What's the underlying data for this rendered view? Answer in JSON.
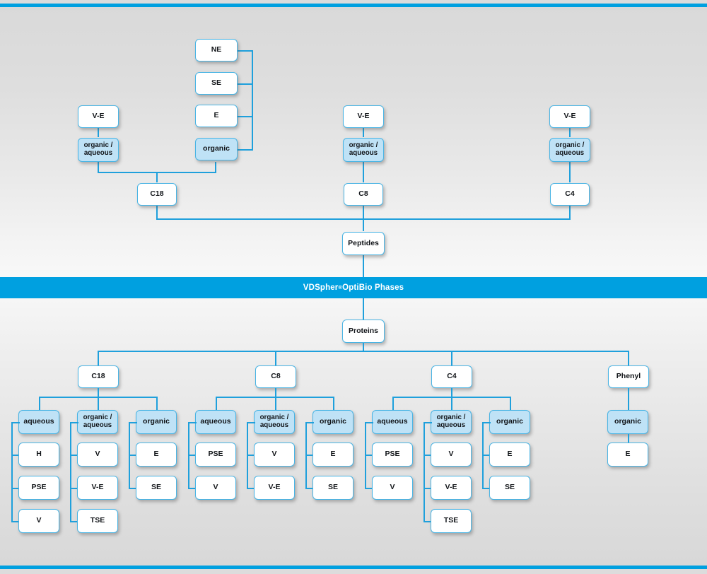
{
  "banner": {
    "text_before": "VDSpher",
    "sup": "®",
    "text_after": " OptiBio Phases"
  },
  "theme": {
    "accent": "#00a0e0",
    "line": "#1fa0dc",
    "node_border": "#49b4e4",
    "node_fill": "#ffffff",
    "node_fill_highlight": "#bfe2f6",
    "text": "#111418",
    "background_top": "#d9d9d9",
    "background_bottom": "#d8d8d8"
  },
  "peptides": {
    "root": "Peptides",
    "columns": [
      {
        "sorbent": "C18",
        "modes": [
          {
            "label": "V-E",
            "highlight": false
          },
          {
            "label": "organic /\naqueous",
            "highlight": true
          }
        ],
        "organic_group": {
          "label": "organic",
          "highlight": true,
          "items": [
            "NE",
            "SE",
            "E"
          ]
        }
      },
      {
        "sorbent": "C8",
        "modes": [
          {
            "label": "V-E",
            "highlight": false
          },
          {
            "label": "organic /\naqueous",
            "highlight": true
          }
        ],
        "organic_group": null
      },
      {
        "sorbent": "C4",
        "modes": [
          {
            "label": "V-E",
            "highlight": false
          },
          {
            "label": "organic /\naqueous",
            "highlight": true
          }
        ],
        "organic_group": null
      }
    ]
  },
  "proteins": {
    "root": "Proteins",
    "columns": [
      {
        "sorbent": "C18",
        "groups": [
          {
            "label": "aqueous",
            "items": [
              "H",
              "PSE",
              "V"
            ]
          },
          {
            "label": "organic /\naqueous",
            "items": [
              "V",
              "V-E",
              "TSE"
            ]
          },
          {
            "label": "organic",
            "items": [
              "E",
              "SE"
            ]
          }
        ]
      },
      {
        "sorbent": "C8",
        "groups": [
          {
            "label": "aqueous",
            "items": [
              "PSE",
              "V"
            ]
          },
          {
            "label": "organic /\naqueous",
            "items": [
              "V",
              "V-E"
            ]
          },
          {
            "label": "organic",
            "items": [
              "E",
              "SE"
            ]
          }
        ]
      },
      {
        "sorbent": "C4",
        "groups": [
          {
            "label": "aqueous",
            "items": [
              "PSE",
              "V"
            ]
          },
          {
            "label": "organic /\naqueous",
            "items": [
              "V",
              "V-E",
              "TSE"
            ]
          },
          {
            "label": "organic",
            "items": [
              "E",
              "SE"
            ]
          }
        ]
      },
      {
        "sorbent": "Phenyl",
        "groups": [
          {
            "label": "organic",
            "items": [
              "E"
            ]
          }
        ]
      }
    ]
  },
  "nodes": {
    "p_ve_1": "V-E",
    "p_oa_1": "organic /\naqueous",
    "p_c18": "C18",
    "p_ne": "NE",
    "p_se": "SE",
    "p_e": "E",
    "p_org": "organic",
    "p_ve_2": "V-E",
    "p_oa_2": "organic /\naqueous",
    "p_c8": "C8",
    "p_ve_3": "V-E",
    "p_oa_3": "organic /\naqueous",
    "p_c4": "C4",
    "peptides": "Peptides",
    "proteins": "Proteins",
    "r_c18": "C18",
    "r_c8": "C8",
    "r_c4": "C4",
    "r_phenyl": "Phenyl",
    "a1": "aqueous",
    "a1_1": "H",
    "a1_2": "PSE",
    "a1_3": "V",
    "b1": "organic /\naqueous",
    "b1_1": "V",
    "b1_2": "V-E",
    "b1_3": "TSE",
    "c1": "organic",
    "c1_1": "E",
    "c1_2": "SE",
    "a2": "aqueous",
    "a2_1": "PSE",
    "a2_2": "V",
    "b2": "organic /\naqueous",
    "b2_1": "V",
    "b2_2": "V-E",
    "c2": "organic",
    "c2_1": "E",
    "c2_2": "SE",
    "a3": "aqueous",
    "a3_1": "PSE",
    "a3_2": "V",
    "b3": "organic /\naqueous",
    "b3_1": "V",
    "b3_2": "V-E",
    "b3_3": "TSE",
    "c3": "organic",
    "c3_1": "E",
    "c3_2": "SE",
    "d4": "organic",
    "d4_1": "E"
  }
}
